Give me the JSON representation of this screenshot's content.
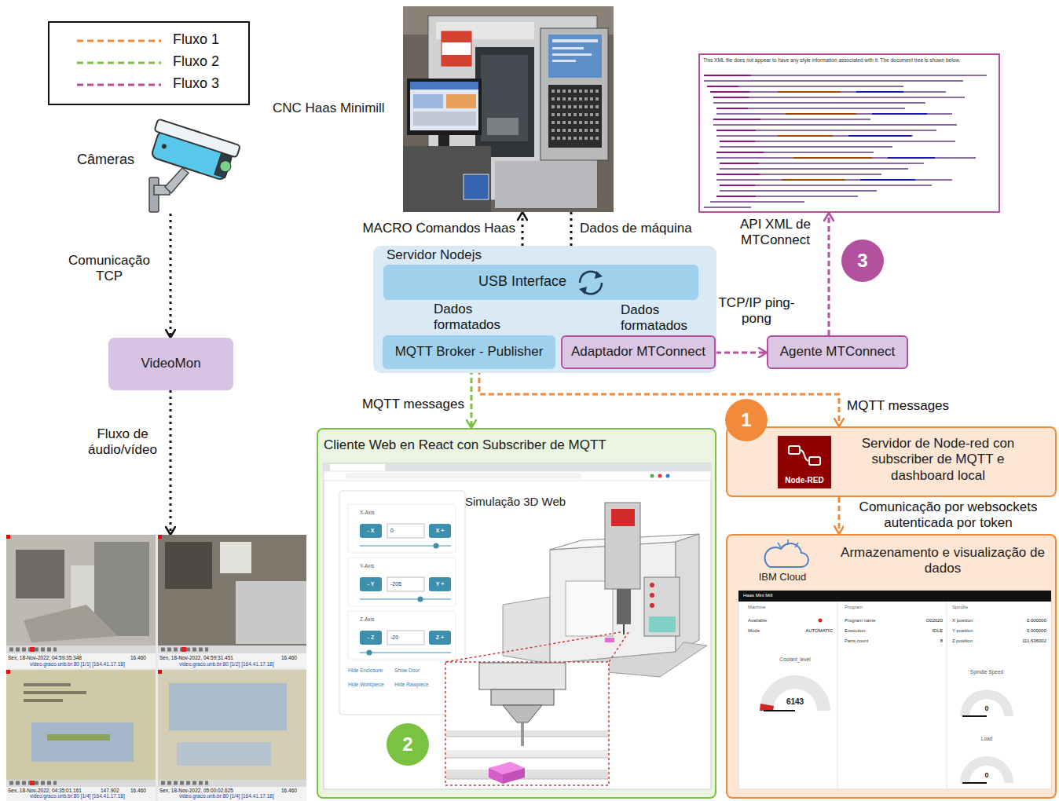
{
  "diagram": {
    "nodes": [
      {
        "text": [
          "Câmeras"
        ]
      },
      {
        "text": [
          "CNC Haas Minimill"
        ]
      },
      {
        "text": [
          "This XML file does not appear to have any style information associated with it. The document tree is shown below."
        ]
      },
      {
        "text": [
          "Servidor Nodejs"
        ]
      },
      {
        "text": [
          "USB Interface"
        ],
        "in": 3
      },
      {
        "text": [
          "MQTT Broker - Publisher"
        ],
        "in": 3
      },
      {
        "text": [
          "Adaptador MTConnect"
        ],
        "in": 3
      },
      {
        "text": [
          "Agente MTConnect"
        ]
      },
      {
        "text": [
          "VideoMon"
        ]
      },
      {
        "text": [
          "Sex, 18-Nov-2022, 04:59:35.348",
          "16.460",
          "video.graco.unb.br:80 [1/1] [164.41.17.18]",
          "Sex, 18-Nov-2022, 04:59:31.451",
          "16.460",
          "video.graco.unb.br:80 [1/2] [164.41.17.18]",
          "Sex, 18-Nov-2022, 04:35:01.161",
          "147.902",
          "16.460",
          "video.graco.unb.br:80 [1/4] [164.41.17.18]",
          "Sex, 18-Nov-2022, 05:00:02.625",
          "16.460",
          "video.graco.unb.br:80 [1/4] [164.41.17.18]"
        ]
      },
      {
        "text": [
          "Cliente Web en React con Subscriber de MQTT"
        ]
      },
      {
        "text": [
          "Servidor de Node-red con subscriber de MQTT e dashboard local"
        ]
      },
      {
        "text": [
          "Armazenamento e visualização de dados"
        ]
      }
    ],
    "edges": [
      {
        "from": 0,
        "to": 8,
        "label": "Comunicação TCP",
        "arrow": "to"
      },
      {
        "from": 8,
        "to": 9,
        "label": "Fluxo de áudio/vídeo",
        "arrow": "to"
      },
      {
        "from": 4,
        "to": 1,
        "label": "MACRO Comandos Haas",
        "arrow": "to"
      },
      {
        "from": 1,
        "to": 4,
        "label": "Dados de máquina",
        "arrow": "to"
      },
      {
        "from": 4,
        "to": 5,
        "label": "Dados formatados",
        "arrow": "to"
      },
      {
        "from": 4,
        "to": 6,
        "label": "Dados formatados",
        "arrow": "to"
      },
      {
        "from": 6,
        "to": 7,
        "label": "TCP/IP ping-pong",
        "arrow": "to"
      },
      {
        "from": 7,
        "to": 2,
        "label": "API XML de MTConnect",
        "arrow": "to"
      },
      {
        "from": 5,
        "to": 10,
        "label": "MQTT messages",
        "arrow": "to"
      },
      {
        "from": 5,
        "to": 11,
        "label": "MQTT messages",
        "arrow": "to"
      },
      {
        "from": 11,
        "to": 12,
        "label": "Comunicação por websockets autenticada por token",
        "arrow": "to"
      }
    ],
    "labels": [
      "3",
      "2",
      "1",
      "Node-RED",
      "IBM Cloud",
      "Simulação 3D Web",
      "X-Axis",
      "- X",
      "0",
      "X +",
      "Y-Axis",
      "- Y",
      "-205",
      "Y +",
      "Z-Axis",
      "- Z",
      "-20",
      "Z +",
      "Hide Enclosure",
      "Show Door",
      "Hide Workpiece",
      "Hide Rawpiece",
      "Haas Mini Mill",
      "Machine",
      "Program",
      "Spindle",
      "Available",
      "Program name",
      "O02020",
      "X position",
      "0.000000",
      "Mode",
      "AUTOMATIC",
      "Execution",
      "IDLE",
      "Y position",
      "0.000000",
      "Parts count",
      "8",
      "Z position",
      "111.636002",
      "Coolant_level",
      "6143",
      "Spindle Speed",
      "0",
      "Load",
      "0"
    ],
    "legend": [
      {
        "text": "Fluxo 1"
      },
      {
        "text": "Fluxo 2"
      },
      {
        "text": "Fluxo 3"
      }
    ]
  }
}
